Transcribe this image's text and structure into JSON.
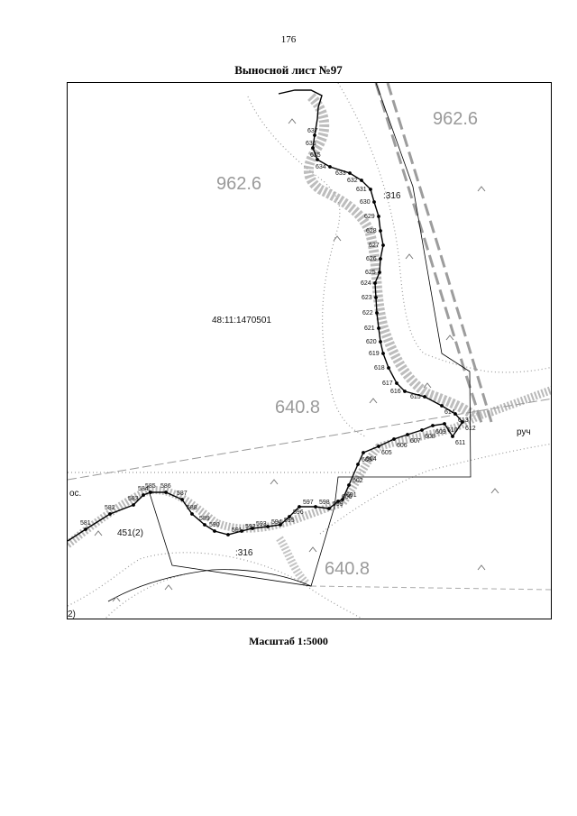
{
  "page": {
    "number": "176",
    "title": "Выносной лист №97",
    "scale": "Масштаб 1:5000"
  },
  "map": {
    "labels": {
      "area_top_right": "962.6",
      "area_top_mid": "962.6",
      "parcel_id": "48:11:1470501",
      "area_center": "640.8",
      "area_bottom": "640.8",
      "code_316_top": ":316",
      "code_316_bottom": ":316",
      "parcel_451": "451(2)",
      "fragment_os": "ос.",
      "fragment_ruch": "руч",
      "fragment_2": "2)"
    },
    "points": [
      {
        "id": "581"
      },
      {
        "id": "582"
      },
      {
        "id": "583"
      },
      {
        "id": "584"
      },
      {
        "id": "585"
      },
      {
        "id": "586"
      },
      {
        "id": "587"
      },
      {
        "id": "588"
      },
      {
        "id": "589"
      },
      {
        "id": "590"
      },
      {
        "id": "591"
      },
      {
        "id": "592"
      },
      {
        "id": "593"
      },
      {
        "id": "594"
      },
      {
        "id": "595"
      },
      {
        "id": "596"
      },
      {
        "id": "597"
      },
      {
        "id": "598"
      },
      {
        "id": "599"
      },
      {
        "id": "600"
      },
      {
        "id": "601"
      },
      {
        "id": "602"
      },
      {
        "id": "603"
      },
      {
        "id": "604"
      },
      {
        "id": "605"
      },
      {
        "id": "606"
      },
      {
        "id": "607"
      },
      {
        "id": "608"
      },
      {
        "id": "609"
      },
      {
        "id": "610"
      },
      {
        "id": "611"
      },
      {
        "id": "612"
      },
      {
        "id": "613"
      },
      {
        "id": "614"
      },
      {
        "id": "615"
      },
      {
        "id": "616"
      },
      {
        "id": "617"
      },
      {
        "id": "618"
      },
      {
        "id": "619"
      },
      {
        "id": "620"
      },
      {
        "id": "621"
      },
      {
        "id": "622"
      },
      {
        "id": "623"
      },
      {
        "id": "624"
      },
      {
        "id": "625"
      },
      {
        "id": "626"
      },
      {
        "id": "627"
      },
      {
        "id": "628"
      },
      {
        "id": "629"
      },
      {
        "id": "630"
      },
      {
        "id": "631"
      },
      {
        "id": "632"
      },
      {
        "id": "633"
      },
      {
        "id": "634"
      },
      {
        "id": "635"
      },
      {
        "id": "636"
      },
      {
        "id": "637"
      }
    ]
  }
}
